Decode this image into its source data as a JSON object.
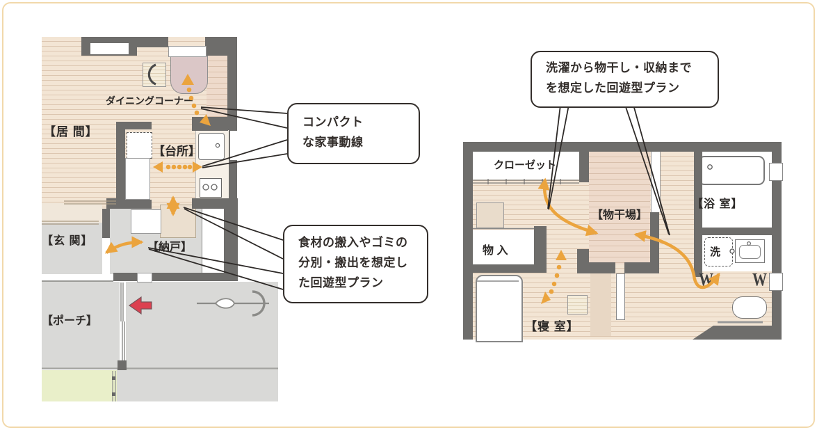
{
  "meta": {
    "type": "floor-plan-diagram",
    "accent_arrow_color": "#eba43e",
    "red_arrow_color": "#dc4150",
    "wall_color": "#6e6d6b",
    "frame_color": "#f2d9ab",
    "table_color": "#dbc7c7",
    "green_area_color": "#e9efc9"
  },
  "left_plan": {
    "labels": {
      "living": "【居 間】",
      "dining_corner": "ダイニングコーナー",
      "kitchen": "【台所】",
      "entrance": "【玄 関】",
      "storeroom": "【納戸】",
      "porch": "【ポーチ】"
    }
  },
  "right_plan": {
    "labels": {
      "closet": "クローゼット",
      "storage": "物 入",
      "bedroom": "【寝 室】",
      "drying": "【物干場】",
      "bathroom": "【浴 室】",
      "washer": "洗",
      "door_w": "W"
    }
  },
  "callouts": {
    "compact": {
      "lines": [
        "コンパクト",
        "な家事動線"
      ]
    },
    "circulation_food": {
      "lines": [
        "食材の搬入やゴミの",
        "分別・搬出を想定し",
        "た回遊型プラン"
      ]
    },
    "circulation_laundry": {
      "lines": [
        "洗濯から物干し・収納まで",
        "を想定した回遊型プラン"
      ]
    }
  }
}
